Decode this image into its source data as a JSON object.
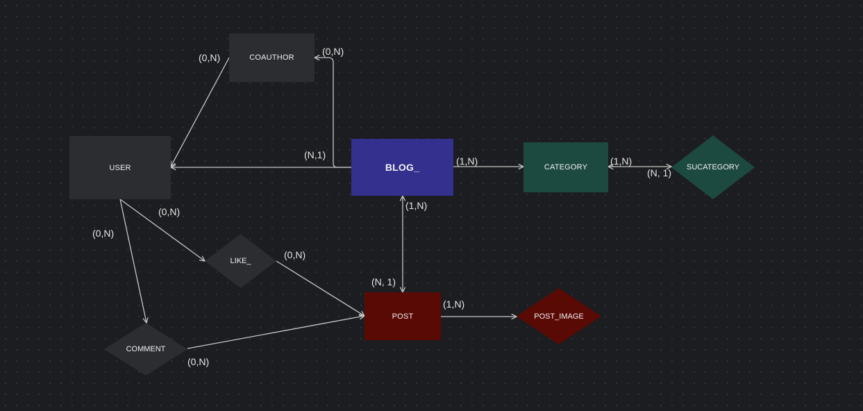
{
  "colors": {
    "background": "#1c1d20",
    "edge": "#c8c8c8",
    "entity_default": "#2b2d31",
    "blog": "#33308e",
    "category": "#1d4a40",
    "post": "#5a0a05"
  },
  "entities": {
    "coauthor": "COAUTHOR",
    "user": "USER",
    "blog": "BLOG_",
    "category": "CATEGORY",
    "post": "POST"
  },
  "relations": {
    "sucategory": "SUCATEGORY",
    "like": "LIKE_",
    "comment": "COMMENT",
    "post_image": "POST_IMAGE"
  },
  "cardinalities": {
    "coauthor_user": "(0,N)",
    "blog_coauthor": "(0,N)",
    "blog_user": "(N,1)",
    "blog_category": "(1,N)",
    "category_sucategory": "(1,N)",
    "sucategory_category": "(N, 1)",
    "blog_post": "(1,N)",
    "user_like": "(0,N)",
    "user_comment": "(0,N)",
    "like_post": "(0,N)",
    "post_blog": "(N, 1)",
    "post_post_image": "(1,N)",
    "comment_post": "(0,N)"
  }
}
